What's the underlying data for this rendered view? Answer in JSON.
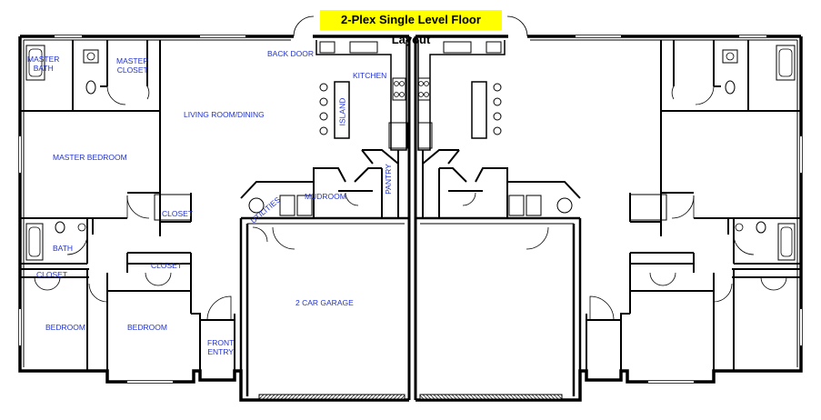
{
  "title": "2-Plex Single Level Floor Layout",
  "colors": {
    "wall": "#000000",
    "label": "#2233cc",
    "title_bg": "#ffff00",
    "fixture": "#444444"
  },
  "rooms": {
    "master_bath": "MASTER\nBATH",
    "master_closet": "MASTER\nCLOSET",
    "back_door": "BACK DOOR",
    "kitchen": "KITCHEN",
    "island": "ISLAND",
    "living_dining": "LIVING ROOM/DINING",
    "master_bedroom": "MASTER BEDROOM",
    "pantry": "PANTRY",
    "mudroom": "MUDROOM",
    "utilities": "UTILITIES",
    "closet_master": "CLOSET",
    "bath": "BATH",
    "closet_left": "CLOSET",
    "closet_right": "CLOSET",
    "bedroom_1": "BEDROOM",
    "bedroom_2": "BEDROOM",
    "garage": "2 CAR GARAGE",
    "front_entry": "FRONT\nENTRY"
  }
}
